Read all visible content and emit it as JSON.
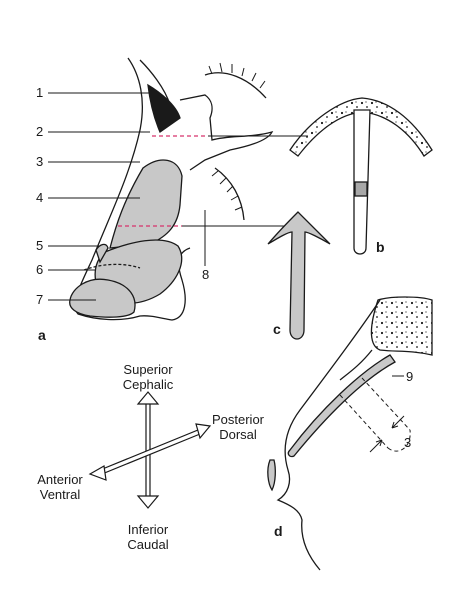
{
  "colors": {
    "ink": "#1a1a1a",
    "cartilage_fill": "#c8c8c8",
    "section_line": "#d6336c"
  },
  "callouts": {
    "n1": "1",
    "n2": "2",
    "n3": "3",
    "n4": "4",
    "n5": "5",
    "n6": "6",
    "n7": "7",
    "n8": "8",
    "n9": "9",
    "n3_detail": "3"
  },
  "panels": {
    "a": "a",
    "b": "b",
    "c": "c",
    "d": "d"
  },
  "directions": {
    "superior": "Superior",
    "cephalic": "Cephalic",
    "posterior": "Posterior",
    "dorsal": "Dorsal",
    "anterior": "Anterior",
    "ventral": "Ventral",
    "inferior": "Inferior",
    "caudal": "Caudal"
  }
}
